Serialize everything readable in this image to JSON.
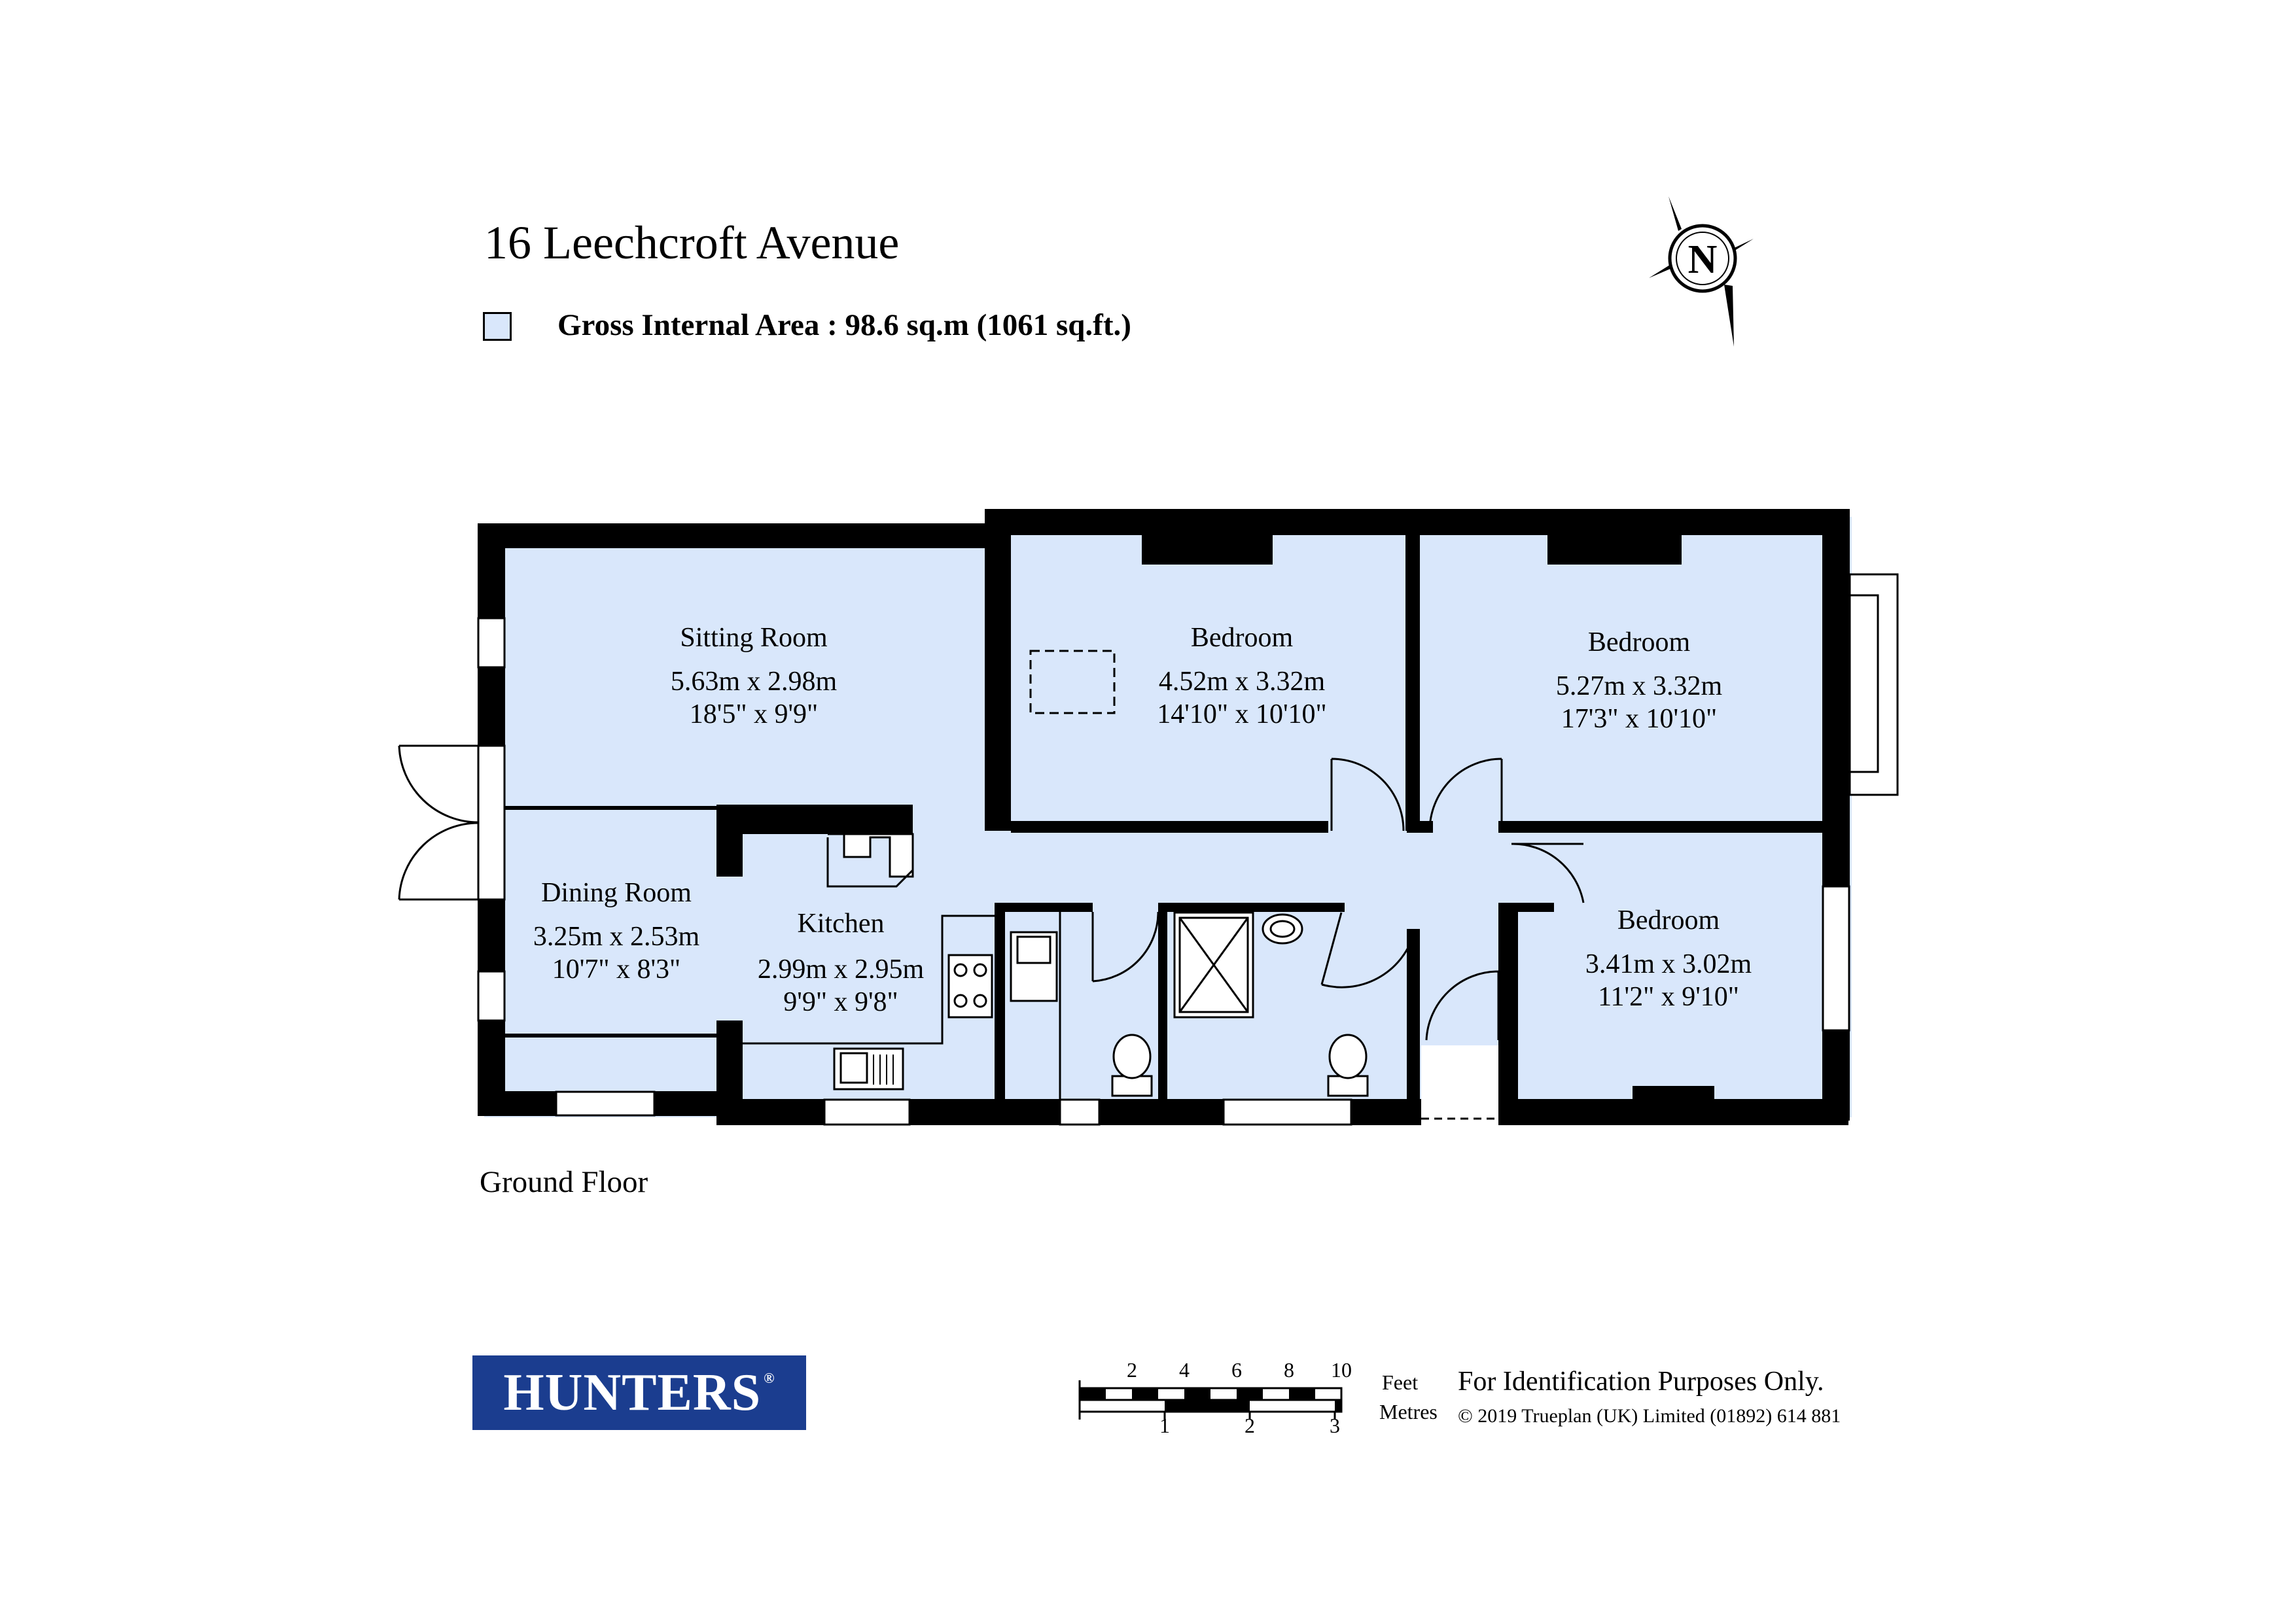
{
  "header": {
    "title": "16 Leechcroft Avenue",
    "gross_internal_area": "Gross Internal Area  :  98.6 sq.m   (1061 sq.ft.)"
  },
  "compass": {
    "letter": "N"
  },
  "rooms": {
    "sitting_room": {
      "name": "Sitting Room",
      "metric": "5.63m  x  2.98m",
      "imperial": "18'5\"  x  9'9\""
    },
    "bedroom_1": {
      "name": "Bedroom",
      "metric": "4.52m  x  3.32m",
      "imperial": "14'10\"  x  10'10\""
    },
    "bedroom_2": {
      "name": "Bedroom",
      "metric": "5.27m  x  3.32m",
      "imperial": "17'3\"  x  10'10\""
    },
    "dining_room": {
      "name": "Dining Room",
      "metric": "3.25m  x  2.53m",
      "imperial": "10'7\"  x  8'3\""
    },
    "kitchen": {
      "name": "Kitchen",
      "metric": "2.99m  x  2.95m",
      "imperial": "9'9\"  x  9'8\""
    },
    "bedroom_3": {
      "name": "Bedroom",
      "metric": "3.41m  x  3.02m",
      "imperial": "11'2\"  x  9'10\""
    }
  },
  "floor_label": "Ground Floor",
  "logo": {
    "text": "HUNTERS",
    "mark": "®"
  },
  "scale": {
    "feet_ticks": [
      "2",
      "4",
      "6",
      "8",
      "10"
    ],
    "metre_ticks": [
      "1",
      "2",
      "3"
    ],
    "feet_label": "Feet",
    "metres_label": "Metres"
  },
  "footer": {
    "disclaimer": "For Identification Purposes Only.",
    "copyright": "© 2019 Trueplan (UK) Limited  (01892) 614 881"
  },
  "colors": {
    "floor_fill": "#d9e7fb",
    "wall": "#000000",
    "logo_bg": "#1b3d8f"
  }
}
